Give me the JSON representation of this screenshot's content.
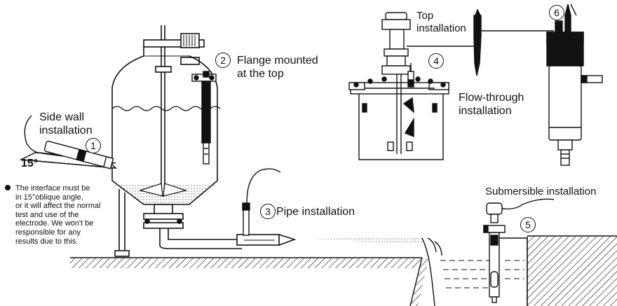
{
  "labels": {
    "side_wall": "Side wall\ninstallation",
    "angle": "15°",
    "flange": "Flange mounted\nat the top",
    "pipe": "Pipe installation",
    "top": "Top\ninstallation",
    "flow_through": "Flow-through\ninstallation",
    "submersible": "Submersible installation"
  },
  "markers": {
    "m1": "1",
    "m2": "2",
    "m3": "3",
    "m4": "4",
    "m5": "5",
    "m6": "6"
  },
  "note": "The interface must be\n in 15°oblique angle,\nor it will affect the normal\ntest and use of the\nelectrode. We won't be\nresponsible for any\nresults due to this."
}
